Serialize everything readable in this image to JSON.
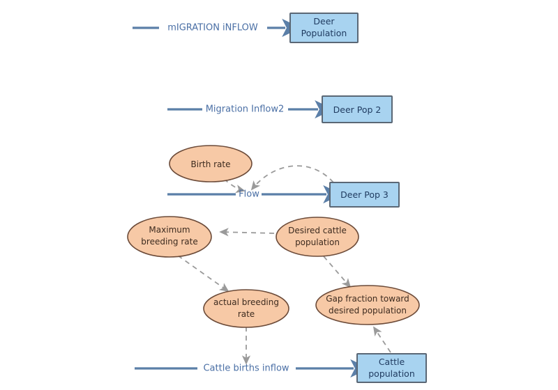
{
  "diagram": {
    "kind": "system-dynamics-stock-and-flow",
    "colors": {
      "stock_fill": "#a8d3f0",
      "stock_stroke": "#5a6775",
      "aux_fill": "#f7c9a6",
      "aux_stroke": "#6b4a38",
      "flow_color": "#5b7fa8",
      "link_color": "#9a9a9a",
      "background": "#ffffff"
    },
    "stocks": [
      {
        "id": "deer_population",
        "label_line1": "Deer",
        "label_line2": "Population"
      },
      {
        "id": "deer_pop_2",
        "label_line1": "Deer Pop 2",
        "label_line2": ""
      },
      {
        "id": "deer_pop_3",
        "label_line1": "Deer Pop 3",
        "label_line2": ""
      },
      {
        "id": "cattle_population",
        "label_line1": "Cattle",
        "label_line2": "population"
      }
    ],
    "flows": [
      {
        "id": "migration_inflow",
        "label": "mIGRATION iNFLOW",
        "target": "deer_population"
      },
      {
        "id": "migration_inflow2",
        "label": "Migration Inflow2",
        "target": "deer_pop_2"
      },
      {
        "id": "flow",
        "label": "Flow",
        "target": "deer_pop_3"
      },
      {
        "id": "cattle_births_inflow",
        "label": "Cattle births inflow",
        "target": "cattle_population"
      }
    ],
    "auxiliaries": [
      {
        "id": "birth_rate",
        "label_line1": "Birth rate",
        "label_line2": ""
      },
      {
        "id": "maximum_breeding_rate",
        "label_line1": "Maximum",
        "label_line2": "breeding rate"
      },
      {
        "id": "desired_cattle_population",
        "label_line1": "Desired cattle",
        "label_line2": "population"
      },
      {
        "id": "actual_breeding_rate",
        "label_line1": "actual breeding",
        "label_line2": "rate"
      },
      {
        "id": "gap_fraction",
        "label_line1": "Gap fraction toward",
        "label_line2": "desired population"
      }
    ],
    "links": [
      {
        "from": "birth_rate",
        "to": "flow"
      },
      {
        "from": "deer_pop_3",
        "to": "flow"
      },
      {
        "from": "desired_cattle_population",
        "to": "maximum_breeding_rate"
      },
      {
        "from": "maximum_breeding_rate",
        "to": "actual_breeding_rate"
      },
      {
        "from": "desired_cattle_population",
        "to": "gap_fraction"
      },
      {
        "from": "cattle_population",
        "to": "gap_fraction"
      },
      {
        "from": "actual_breeding_rate",
        "to": "cattle_births_inflow"
      }
    ]
  }
}
